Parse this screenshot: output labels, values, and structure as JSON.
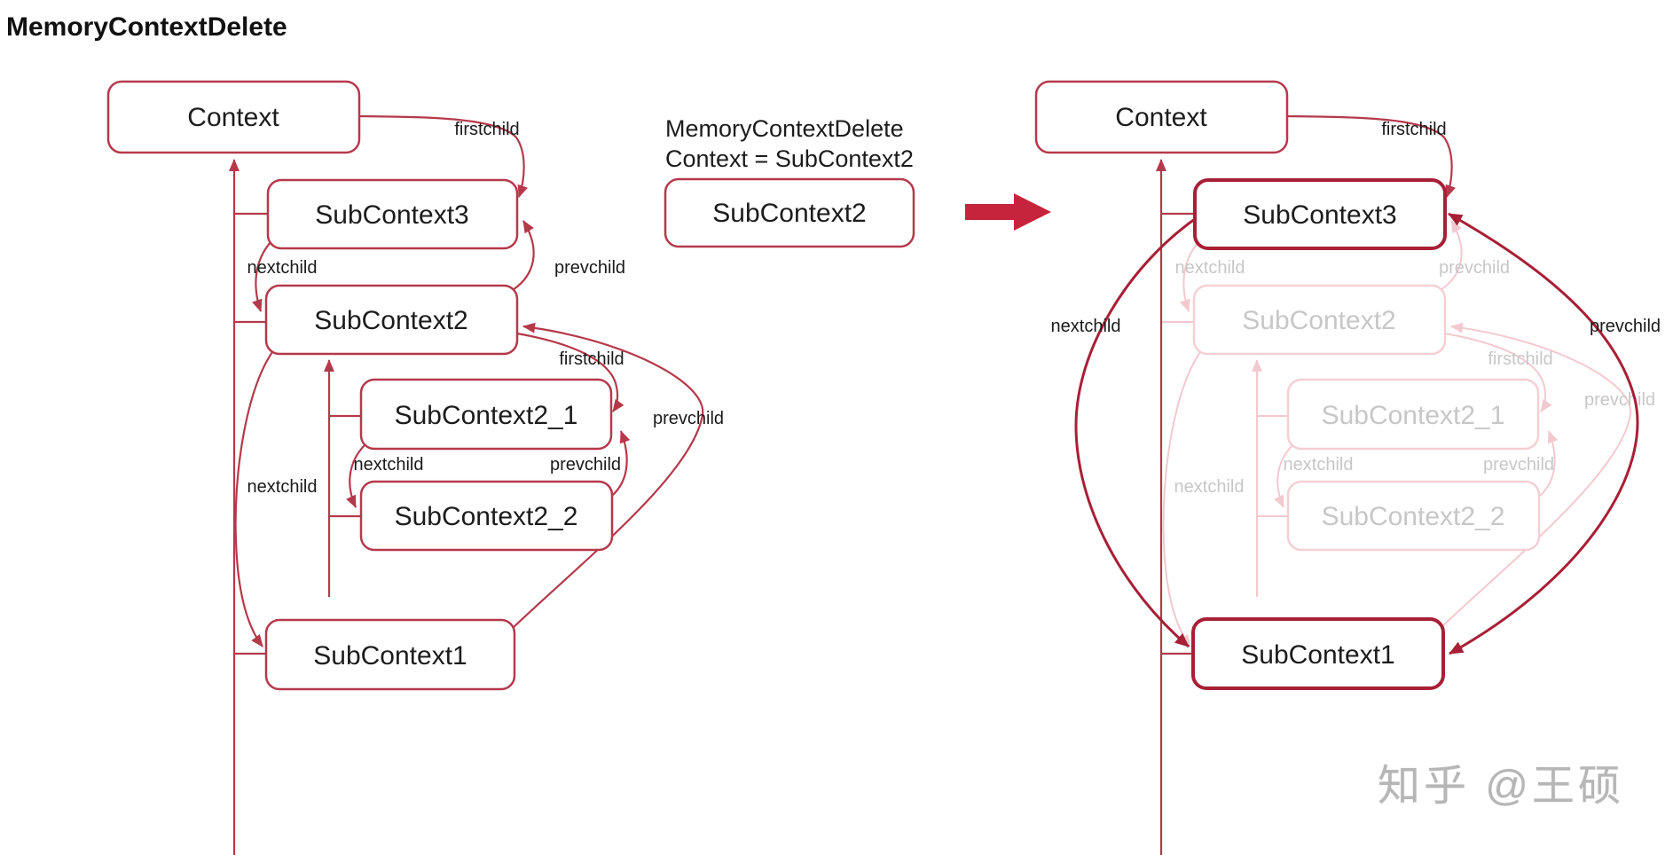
{
  "title": "MemoryContextDelete",
  "middle": {
    "caption_line1": "MemoryContextDelete",
    "caption_line2": "Context = SubContext2",
    "box_label": "SubContext2"
  },
  "watermark": "知乎 @王硕",
  "colors": {
    "line": "#b5394b",
    "strong_line": "#a81f36",
    "big_arrow": "#c5243c",
    "faded_line": "#f2c9cf",
    "faded_box_border": "#f4cfd4",
    "faded_text": "#c7c7c7",
    "label_text": "#1a1a1a",
    "watermark_text": "#b6b6b6"
  },
  "left": {
    "nodes": {
      "context": "Context",
      "sub3": "SubContext3",
      "sub2": "SubContext2",
      "sub2_1": "SubContext2_1",
      "sub2_2": "SubContext2_2",
      "sub1": "SubContext1"
    },
    "labels": {
      "firstchild_top": "firstchild",
      "nextchild_32": "nextchild",
      "prevchild_23": "prevchild",
      "firstchild_inner": "firstchild",
      "nextchild_inner": "nextchild",
      "prevchild_inner": "prevchild",
      "nextchild_outer": "nextchild",
      "prevchild_outer": "prevchild"
    }
  },
  "right": {
    "nodes": {
      "context": "Context",
      "sub3": "SubContext3",
      "sub2": "SubContext2",
      "sub2_1": "SubContext2_1",
      "sub2_2": "SubContext2_2",
      "sub1": "SubContext1"
    },
    "labels": {
      "firstchild_top": "firstchild",
      "nextchild_32_faded": "nextchild",
      "prevchild_23_faded": "prevchild",
      "firstchild_inner_faded": "firstchild",
      "nextchild_inner_faded": "nextchild",
      "prevchild_inner_faded": "prevchild",
      "nextchild_outer_faded": "nextchild",
      "prevchild_outer_faded": "prevchild",
      "nextchild_new": "nextchild",
      "prevchild_new": "prevchild"
    }
  }
}
